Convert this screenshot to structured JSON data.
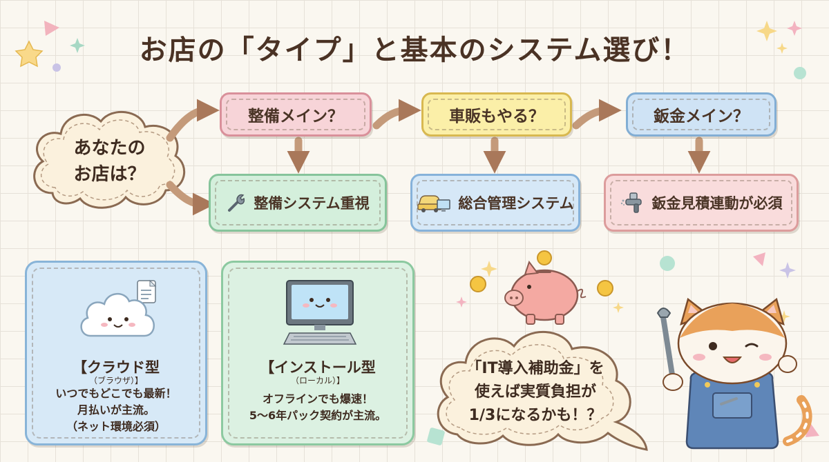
{
  "title": "お店の「タイプ」と基本のシステム選び！",
  "start": {
    "line1": "あなたの",
    "line2": "お店は？"
  },
  "questions": [
    {
      "label": "整備メイン？",
      "color": "#f7d4d8",
      "border": "#d9909a"
    },
    {
      "label": "車販もやる？",
      "color": "#fbefa8",
      "border": "#d8b850"
    },
    {
      "label": "鈑金メイン？",
      "color": "#cfe3f5",
      "border": "#82aed4"
    }
  ],
  "results": [
    {
      "label": "整備システム重視",
      "icon": "wrench-icon",
      "color": "#d4efdc",
      "border": "#86c49b"
    },
    {
      "label": "総合管理システム",
      "icon": "car-computer-icon",
      "color": "#d6e8f7",
      "border": "#86b2da"
    },
    {
      "label": "鈑金見積連動が必須",
      "icon": "spray-gun-icon",
      "color": "#f9dcdc",
      "border": "#dc9c9c"
    }
  ],
  "cloud_panel": {
    "heading": "【クラウド型",
    "sub": "（ブラウザ）】",
    "lines": [
      "いつでもどこでも最新！",
      "月払いが主流。",
      "（ネット環境必須）"
    ]
  },
  "install_panel": {
    "heading": "【インストール型",
    "sub": "（ローカル）】",
    "lines": [
      "オフラインでも爆速！",
      "5〜6年パック契約が主流。"
    ]
  },
  "speech": {
    "lines": [
      "「IT導入補助金」を",
      "使えば実質負担が",
      "1/3になるかも！？"
    ]
  }
}
